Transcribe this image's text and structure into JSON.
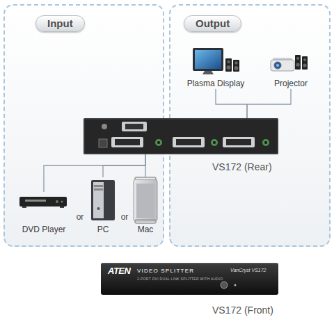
{
  "diagram": {
    "nodes": [
      {
        "text": [
          "Input"
        ]
      },
      {
        "text": [
          "DVD Player"
        ],
        "in": 0
      },
      {
        "text": [
          "PC"
        ],
        "in": 0
      },
      {
        "text": [
          "Mac"
        ],
        "in": 0
      },
      {
        "text": [
          "Output"
        ]
      },
      {
        "text": [
          "Plasma Display"
        ],
        "in": 4
      },
      {
        "text": [
          "Projector"
        ],
        "in": 4
      },
      {
        "text": [
          "VS172 (Rear)"
        ]
      },
      {
        "text": [
          "ATEN",
          "VIDEO SPLITTER",
          "2-PORT DVI DUAL LINK SPLITTER WITH AUDIO",
          "VanCryst VS172",
          "VS172 (Front)"
        ]
      }
    ],
    "edges": [
      {
        "from": 1,
        "to": 7,
        "arrow": "none"
      },
      {
        "from": 2,
        "to": 7,
        "arrow": "none"
      },
      {
        "from": 3,
        "to": 7,
        "arrow": "none"
      },
      {
        "from": 7,
        "to": 5,
        "arrow": "none"
      },
      {
        "from": 7,
        "to": 6,
        "arrow": "none"
      }
    ],
    "labels": [
      "or",
      "or"
    ]
  }
}
